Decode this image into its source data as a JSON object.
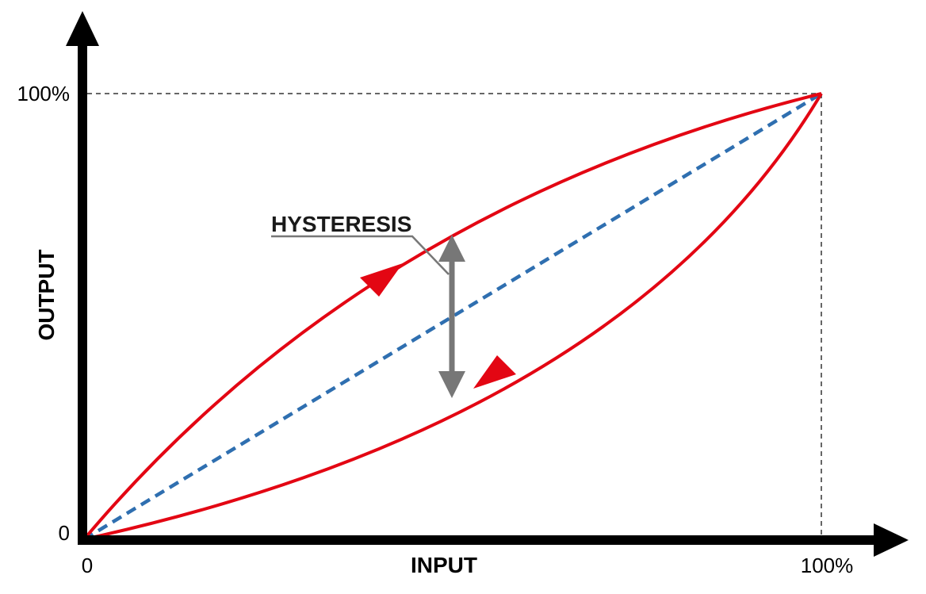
{
  "diagram": {
    "x_axis": {
      "title": "INPUT",
      "tick_min": "0",
      "tick_max": "100%"
    },
    "y_axis": {
      "title": "OUTPUT",
      "tick_min": "0",
      "tick_max": "100%"
    },
    "callout": {
      "label": "HYSTERESIS"
    },
    "colors": {
      "axis": "#000000",
      "curve": "#e30613",
      "diagonal": "#2f6fb0",
      "guide": "#666666",
      "callout": "#777777"
    }
  }
}
